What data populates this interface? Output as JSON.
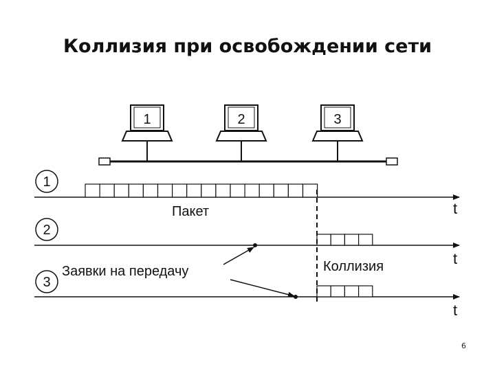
{
  "title": "Коллизия при освобождении сети",
  "page_number": "6",
  "computers": [
    {
      "label": "1"
    },
    {
      "label": "2"
    },
    {
      "label": "3"
    }
  ],
  "timelines": [
    {
      "label": "1",
      "axis": "t"
    },
    {
      "label": "2",
      "axis": "t"
    },
    {
      "label": "3",
      "axis": "t"
    }
  ],
  "labels": {
    "packet": "Пакет",
    "requests": "Заявки на передачу",
    "collision": "Коллизия"
  },
  "packet_cells": 16,
  "collision_cells": 4
}
